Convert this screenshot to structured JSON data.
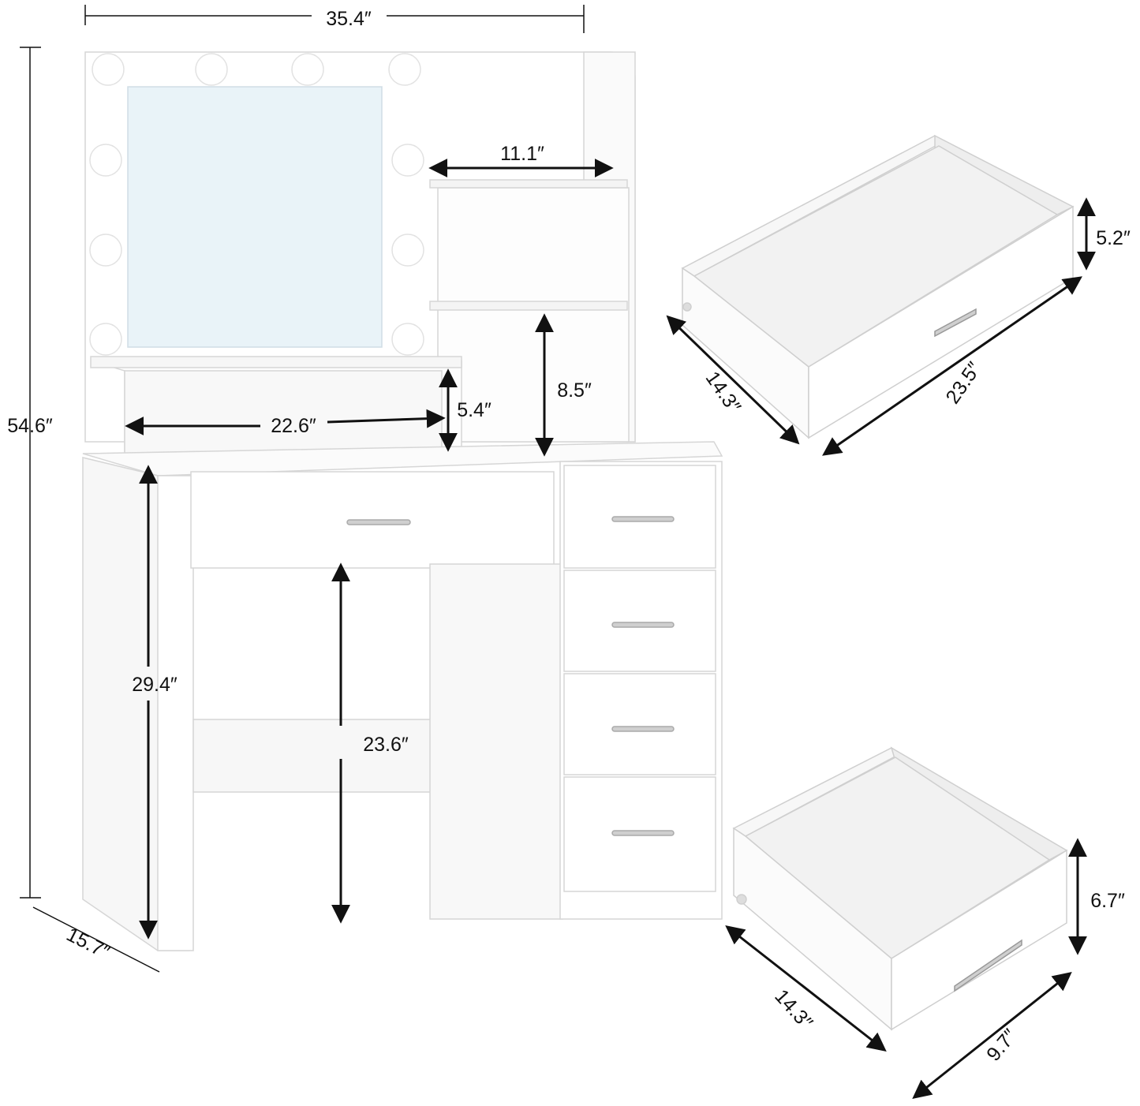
{
  "product": {
    "name": "Vanity desk with lighted mirror, shelves and five drawers",
    "finish_color": "#ffffff",
    "outline_color": "#d9d9d9",
    "mirror_color": "#e9f3f8",
    "bulb_color": "#ffffff"
  },
  "dimensions": {
    "overall_width": "35.4″",
    "overall_height": "54.6″",
    "depth": "15.7″",
    "shelf_width": "11.1″",
    "shelf_spacing": "8.5″",
    "cubby_width": "22.6″",
    "cubby_height": "5.4″",
    "desk_height": "29.4″",
    "knee_clearance": "23.6″"
  },
  "large_drawer": {
    "height": "5.2″",
    "length": "23.5″",
    "depth": "14.3″"
  },
  "small_drawer": {
    "height": "6.7″",
    "width": "9.7″",
    "depth": "14.3″"
  },
  "colors": {
    "arrow": "#111111",
    "text": "#111111",
    "drawer_inner": "#f2f2f2"
  }
}
